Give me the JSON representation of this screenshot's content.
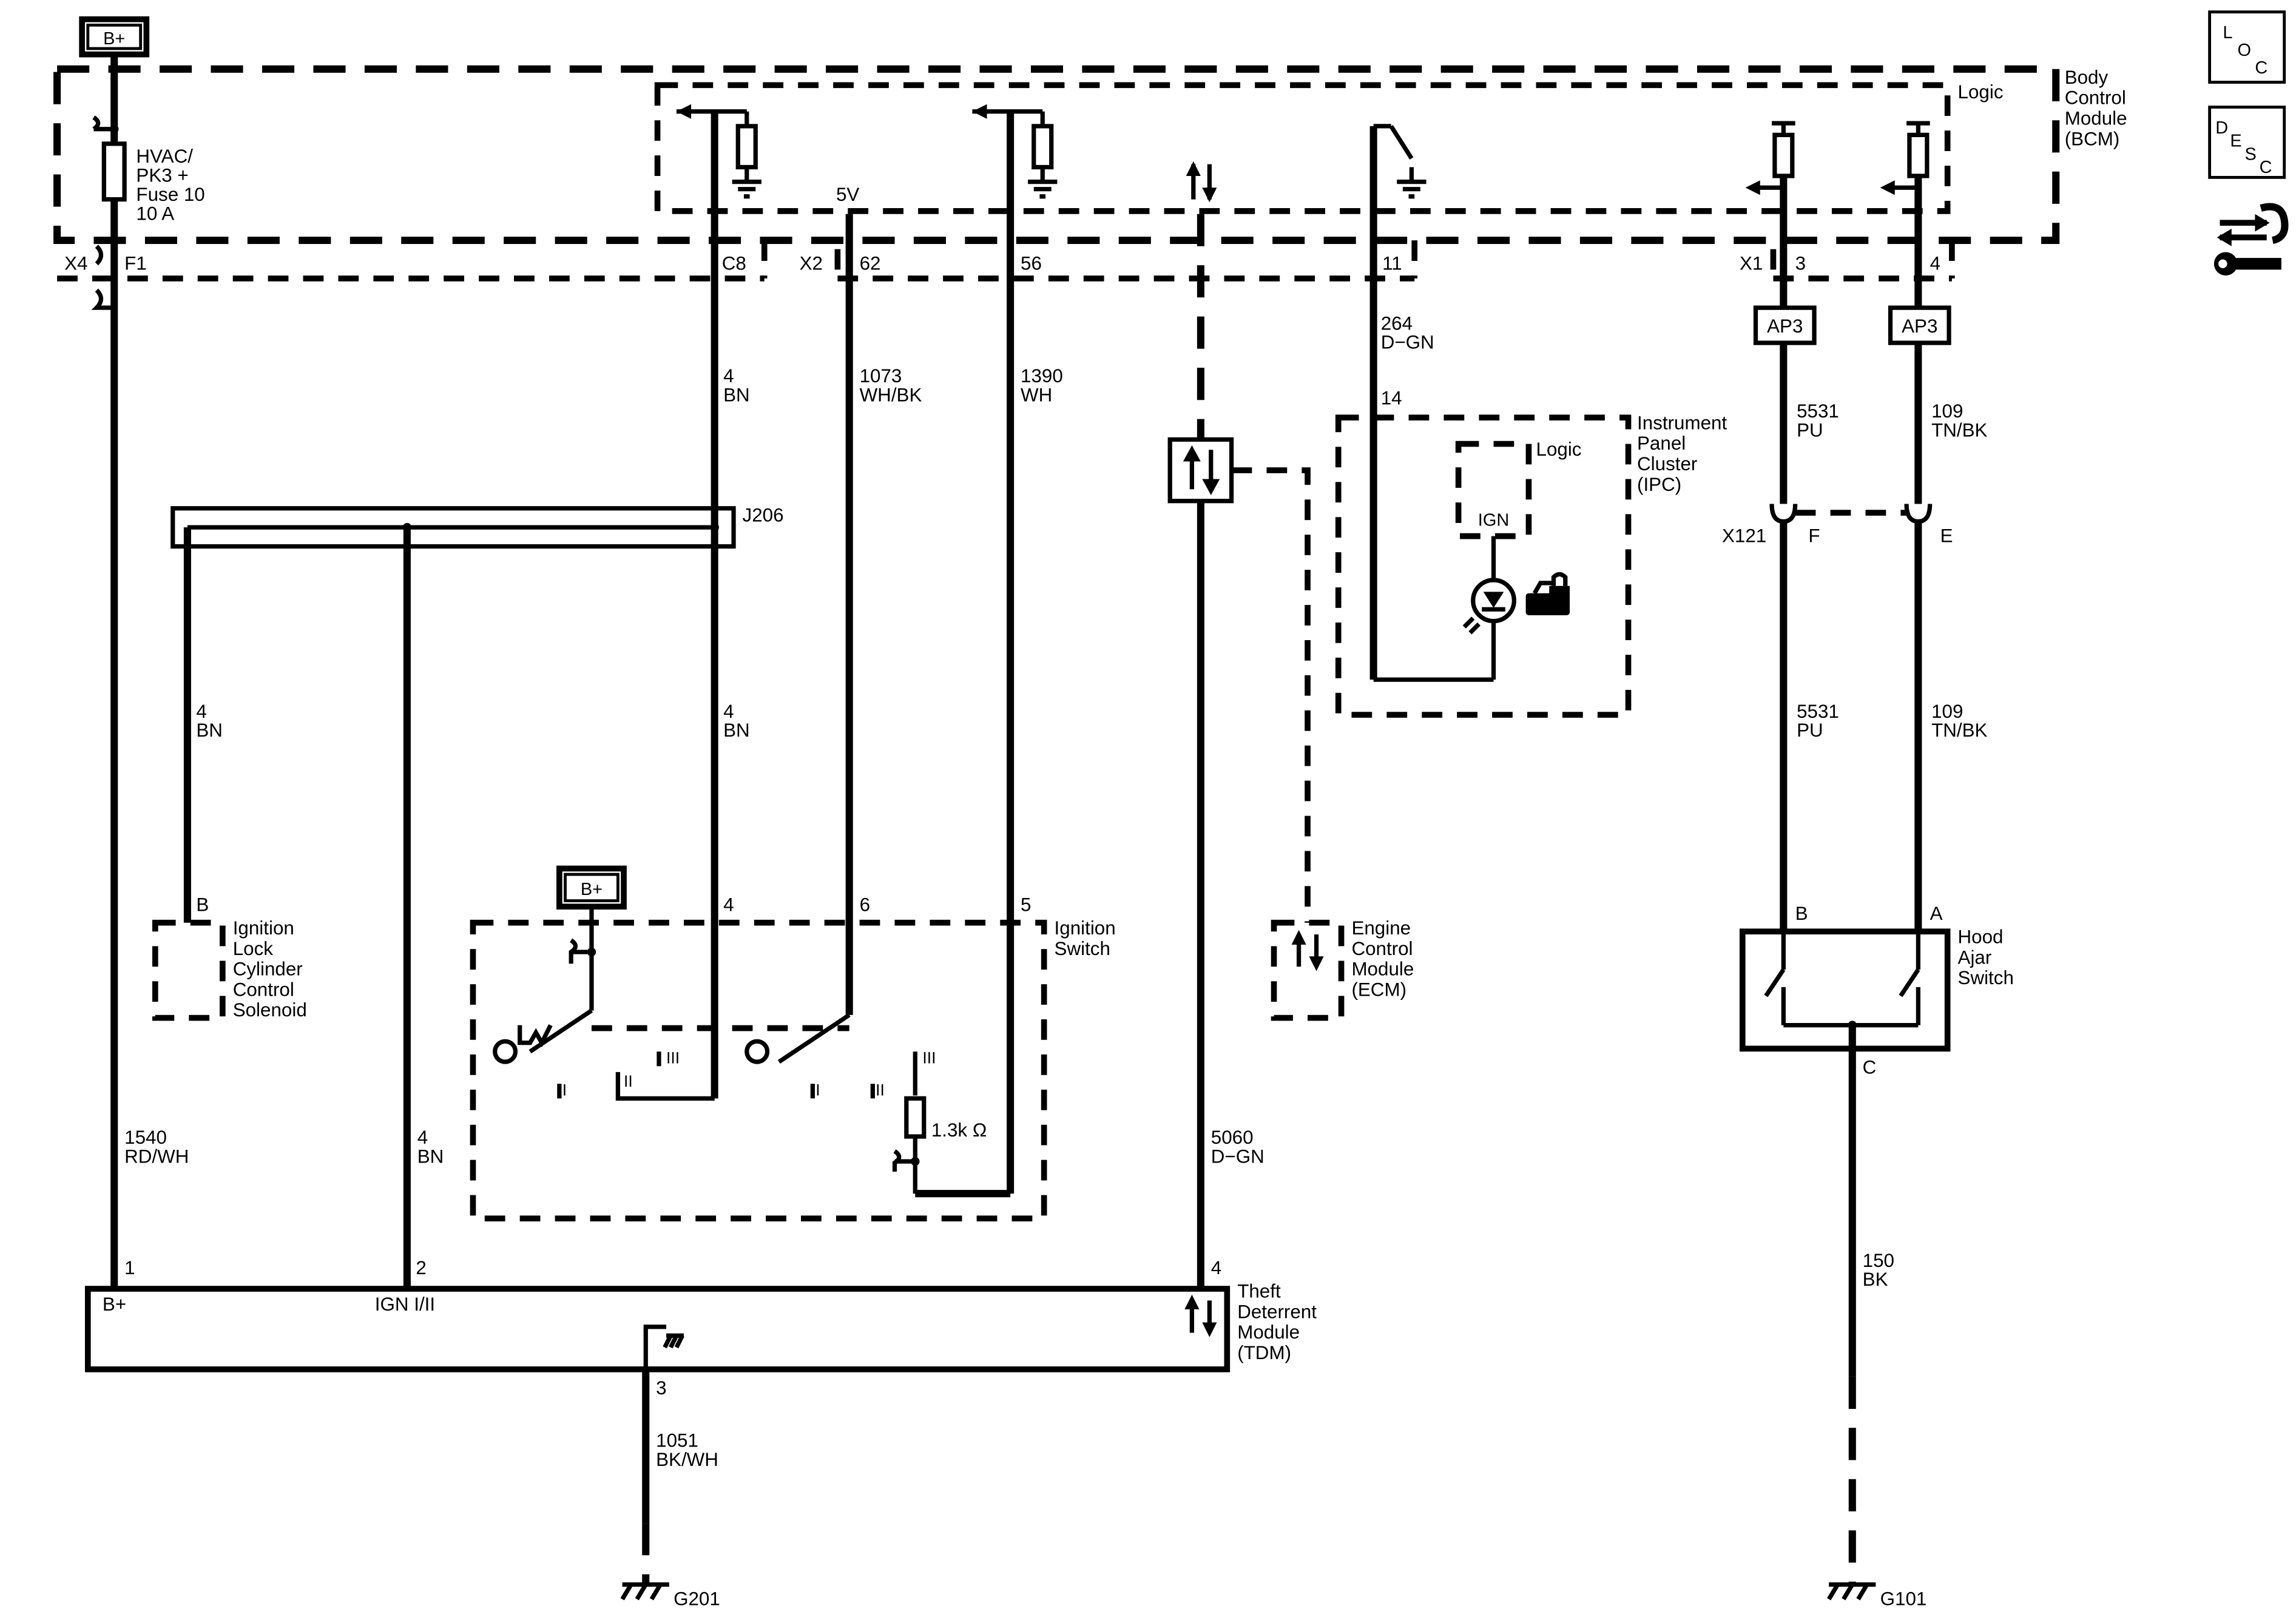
{
  "side_icons": {
    "loc": [
      "L",
      "O",
      "C"
    ],
    "desc": [
      "D",
      "E",
      "S",
      "C"
    ],
    "tools_icon": "wrench-arrows-icon"
  },
  "power": {
    "bplus_top": "B+",
    "bplus_switch": "B+"
  },
  "bcm": {
    "name": [
      "Body",
      "Control",
      "Module",
      "(BCM)"
    ],
    "logic": "Logic",
    "five_v": "5V",
    "fuse": [
      "HVAC/",
      "PK3 +",
      "Fuse 10",
      "10 A"
    ],
    "conn_x4": "X4",
    "pin_f1": "F1",
    "pin_c8": "C8",
    "conn_x2": "X2",
    "pin_62": "62",
    "pin_56": "56",
    "pin_11": "11",
    "conn_x1": "X1",
    "pin_3": "3",
    "pin_4": "4"
  },
  "wires": {
    "c8": [
      "4",
      "BN"
    ],
    "p62": [
      "1073",
      "WH/BK"
    ],
    "p56": [
      "1390",
      "WH"
    ],
    "p11": [
      "264",
      "D−GN"
    ],
    "ap3_left": [
      "5531",
      "PU"
    ],
    "ap3_right": [
      "109",
      "TN/BK"
    ],
    "x121_left": [
      "5531",
      "PU"
    ],
    "x121_right": [
      "109",
      "TN/BK"
    ],
    "solenoid_feed": [
      "4",
      "BN"
    ],
    "switch_feed": [
      "4",
      "BN"
    ],
    "tdm_bplus": [
      "1540",
      "RD/WH"
    ],
    "tdm_ign": [
      "4",
      "BN"
    ],
    "tdm_data": [
      "5060",
      "D−GN"
    ],
    "tdm_ground": [
      "1051",
      "BK/WH"
    ],
    "hood_ground": [
      "150",
      "BK"
    ]
  },
  "splice": "J206",
  "ap3": [
    "AP3",
    "AP3"
  ],
  "x121": {
    "name": "X121",
    "pin_f": "F",
    "pin_e": "E"
  },
  "ipc": {
    "name": [
      "Instrument",
      "Panel",
      "Cluster",
      "(IPC)"
    ],
    "logic": "Logic",
    "ign": "IGN",
    "pin_14": "14"
  },
  "ecm": {
    "name": [
      "Engine",
      "Control",
      "Module",
      "(ECM)"
    ]
  },
  "ignition_switch": {
    "name": [
      "Ignition",
      "Switch"
    ],
    "pin_4": "4",
    "pin_6": "6",
    "pin_5": "5",
    "pos_i_a": "I",
    "pos_ii_a": "II",
    "pos_iii_a": "III",
    "pos_i_b": "I",
    "pos_ii_b": "II",
    "pos_iii_b": "III",
    "resistor": "1.3k Ω"
  },
  "solenoid": {
    "name": [
      "Ignition",
      "Lock",
      "Cylinder",
      "Control",
      "Solenoid"
    ],
    "pin": "B"
  },
  "tdm": {
    "name": [
      "Theft",
      "Deterrent",
      "Module",
      "(TDM)"
    ],
    "bplus": "B+",
    "ign": "IGN I/II",
    "pin_1": "1",
    "pin_2": "2",
    "pin_3": "3",
    "pin_4": "4"
  },
  "hood_switch": {
    "name": [
      "Hood",
      "Ajar",
      "Switch"
    ],
    "pin_b": "B",
    "pin_a": "A",
    "pin_c": "C"
  },
  "grounds": {
    "g201": "G201",
    "g101": "G101"
  }
}
